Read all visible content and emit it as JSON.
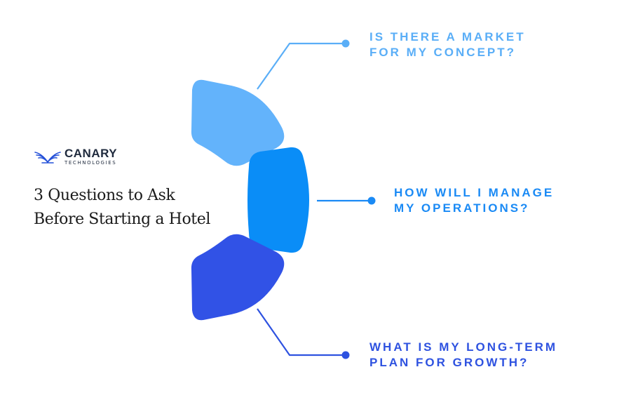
{
  "brand": {
    "name": "CANARY",
    "subtitle": "TECHNOLOGIES",
    "logo_icon": "canary-wings-logo",
    "color": "#2450d8"
  },
  "headline": {
    "line1": "3 Questions to Ask",
    "line2": "Before Starting a Hotel"
  },
  "questions": [
    {
      "line1": "IS THERE A MARKET",
      "line2": "FOR MY CONCEPT?",
      "color": "#5aaef7"
    },
    {
      "line1": "HOW WILL I MANAGE",
      "line2": "MY OPERATIONS?",
      "color": "#1a8af5"
    },
    {
      "line1": "WHAT IS MY LONG-TERM",
      "line2": "PLAN FOR GROWTH?",
      "color": "#2e52e0"
    }
  ],
  "segments": [
    {
      "color": "#63b3fb"
    },
    {
      "color": "#0a8df7"
    },
    {
      "color": "#3152e6"
    }
  ]
}
